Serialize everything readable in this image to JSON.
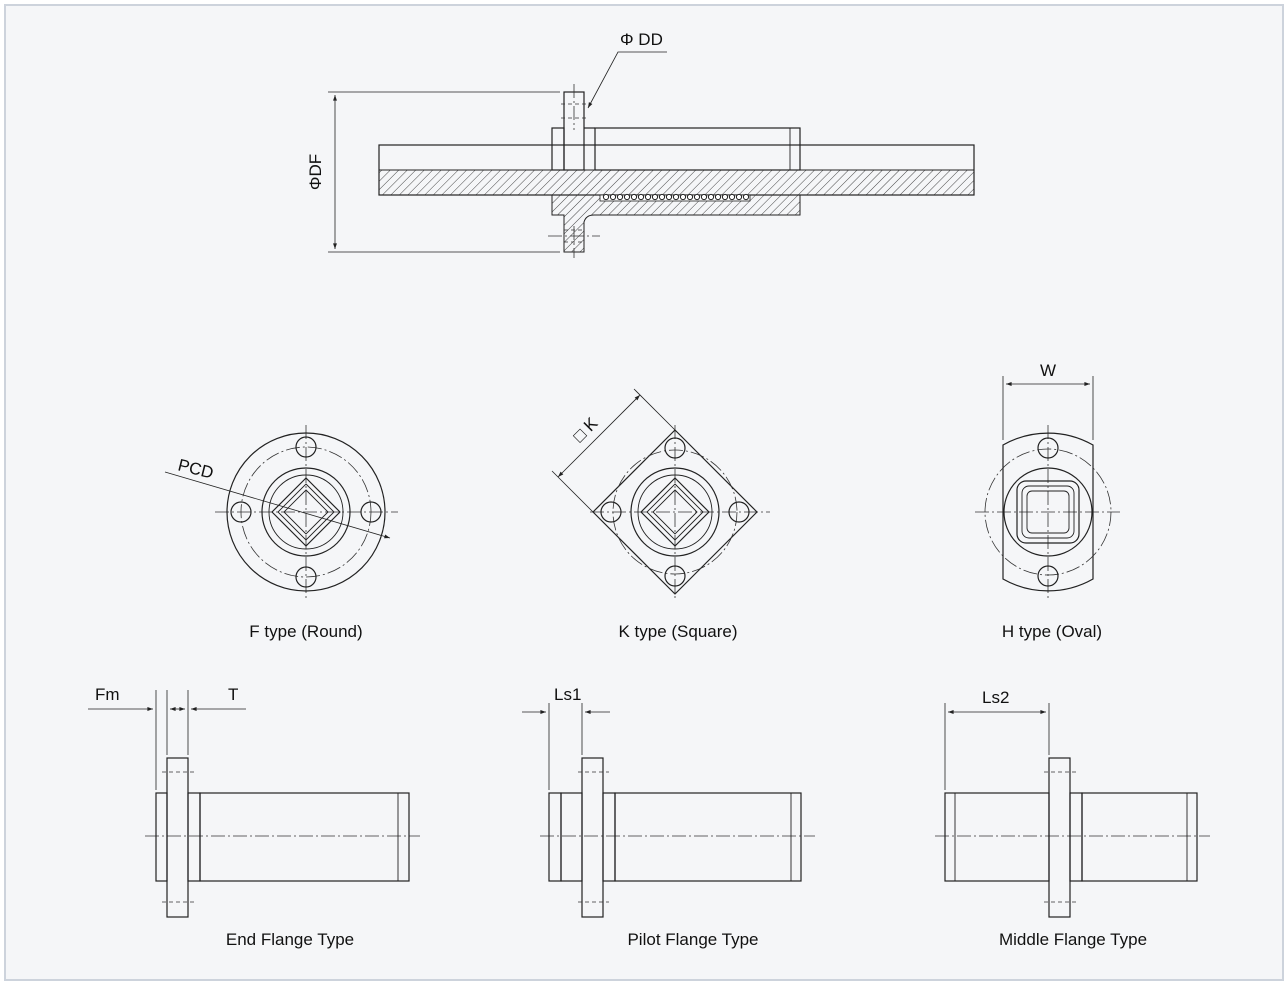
{
  "colors": {
    "background": "#f5f6f8",
    "border": "#cdd3dc",
    "line": "#222222"
  },
  "dimensions": {
    "dd": "Φ DD",
    "df": "ΦDF",
    "pcd": "PCD",
    "k": "□ K",
    "w": "W",
    "fm": "Fm",
    "t": "T",
    "ls1": "Ls1",
    "ls2": "Ls2"
  },
  "views": {
    "f_type": "F type (Round)",
    "k_type": "K type (Square)",
    "h_type": "H type (Oval)",
    "end_flange": "End Flange Type",
    "pilot_flange": "Pilot Flange Type",
    "middle_flange": "Middle Flange Type"
  }
}
